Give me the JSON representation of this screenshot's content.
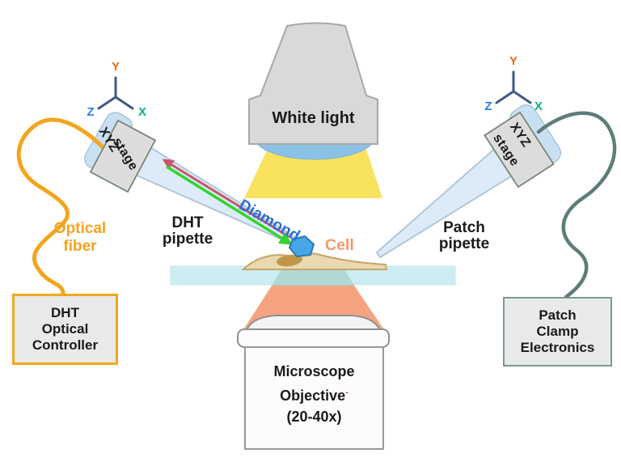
{
  "labels": {
    "white_light": "White light",
    "optical_fiber": [
      "Optical",
      "fiber"
    ],
    "dht_pipette": [
      "DHT",
      "pipette"
    ],
    "diamond": "Diamond",
    "cell": "Cell",
    "patch_pipette": [
      "Patch",
      "pipette"
    ],
    "stage": [
      "XYZ",
      "stage"
    ],
    "axes": {
      "x": "X",
      "y": "Y",
      "z": "Z"
    },
    "controller": [
      "DHT",
      "Optical",
      "Controller"
    ],
    "electronics": [
      "Patch",
      "Clamp",
      "Electronics"
    ],
    "objective": [
      "Microscope",
      "Objective",
      "(20-40x)"
    ],
    "objective_mark": "-"
  },
  "colors": {
    "optical_fiber": "#f2a51d",
    "fiber_label": "#f5a31c",
    "controller_border": "#f3a81b",
    "patch_cable": "#5e7d7a",
    "electronics_border": "#7e9794",
    "pipette_fill": "#dcebf7",
    "lamp_gray": "#d9d9d9",
    "lens_blue": "#8cc1e6",
    "light_yellow": "#f8e25e",
    "light_salmon": "#f6a480",
    "cone_gray": "#bcc6b6",
    "slide_cyan": "#ade3ea",
    "cell_fill": "#ead8b0",
    "nucleus": "#c09748",
    "diamond_fill": "#47a6e6",
    "diamond_label": "#2e6fd0",
    "cell_label": "#f09a6e",
    "beam_red": "#c9566b",
    "beam_green": "#35d42e",
    "axis_line": "#3d5a85",
    "axis_y": "#e66a10",
    "axis_z": "#2b7ce0",
    "axis_x": "#06b487"
  }
}
